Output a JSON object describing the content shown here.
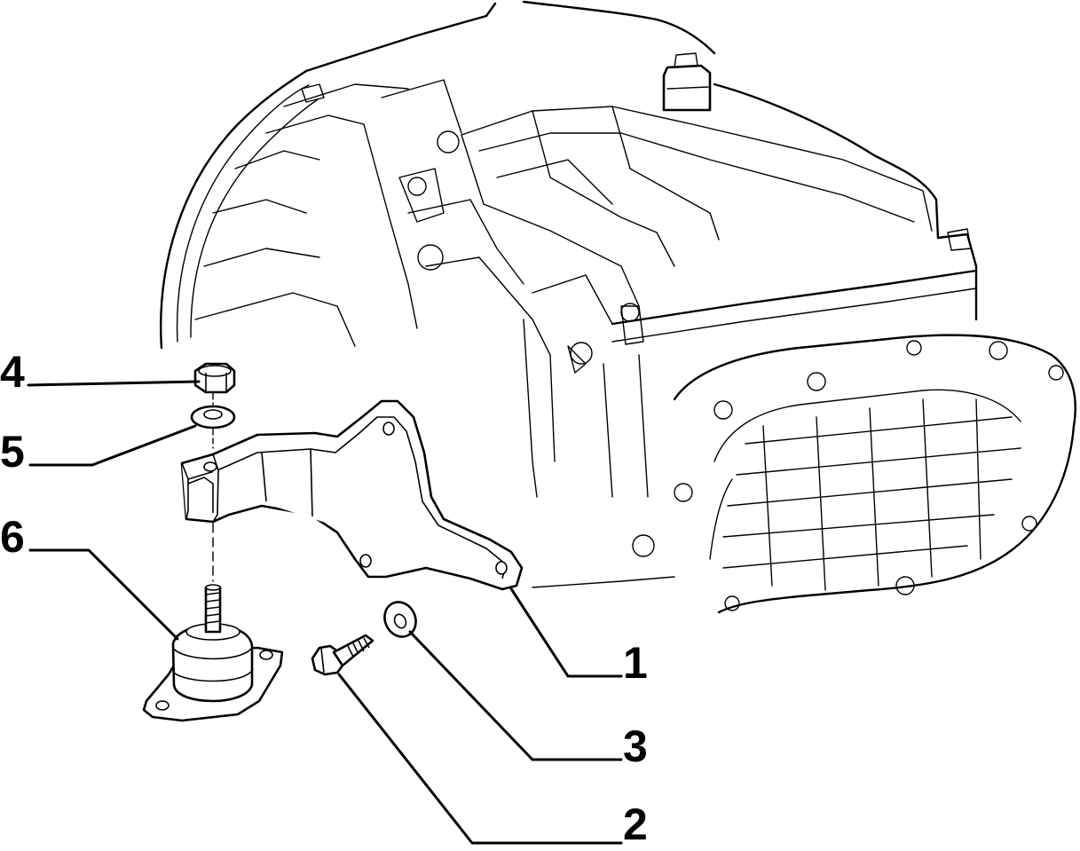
{
  "diagram": {
    "callouts": [
      {
        "id": "c4",
        "label": "4"
      },
      {
        "id": "c5",
        "label": "5"
      },
      {
        "id": "c6",
        "label": "6"
      },
      {
        "id": "c1",
        "label": "1"
      },
      {
        "id": "c3",
        "label": "3"
      },
      {
        "id": "c2",
        "label": "2"
      }
    ]
  }
}
